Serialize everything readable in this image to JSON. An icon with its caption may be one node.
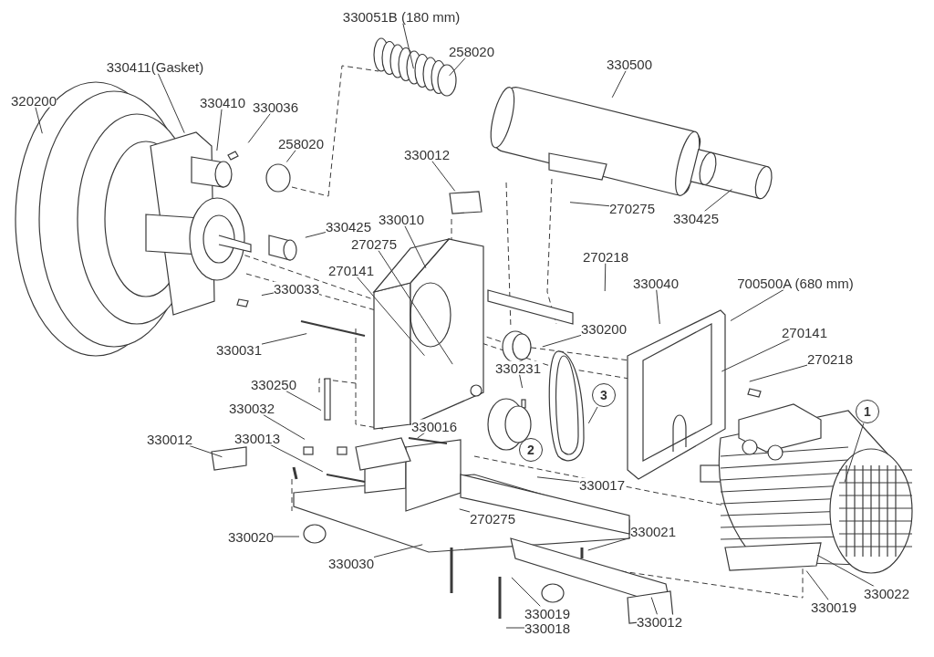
{
  "diagram": {
    "nodes": [
      {
        "text": [
          "330051B (180 mm)"
        ]
      },
      {
        "text": [
          "258020"
        ]
      },
      {
        "text": [
          "330500"
        ]
      },
      {
        "text": [
          "330411(Gasket)"
        ]
      },
      {
        "text": [
          "320200"
        ]
      },
      {
        "text": [
          "330410"
        ]
      },
      {
        "text": [
          "330036"
        ]
      },
      {
        "text": [
          "258020"
        ]
      },
      {
        "text": [
          "330012"
        ]
      },
      {
        "text": [
          "270275"
        ]
      },
      {
        "text": [
          "330425"
        ]
      },
      {
        "text": [
          "330425"
        ]
      },
      {
        "text": [
          "330010"
        ]
      },
      {
        "text": [
          "270275"
        ]
      },
      {
        "text": [
          "270218"
        ]
      },
      {
        "text": [
          "270141"
        ]
      },
      {
        "text": [
          "330033"
        ]
      },
      {
        "text": [
          "330040"
        ]
      },
      {
        "text": [
          "700500A (680 mm)"
        ]
      },
      {
        "text": [
          "330200"
        ]
      },
      {
        "text": [
          "270141"
        ]
      },
      {
        "text": [
          "330031"
        ]
      },
      {
        "text": [
          "270218"
        ]
      },
      {
        "text": [
          "330250"
        ]
      },
      {
        "text": [
          "330231"
        ]
      },
      {
        "text": [
          "3"
        ]
      },
      {
        "text": [
          "1"
        ]
      },
      {
        "text": [
          "330032"
        ]
      },
      {
        "text": [
          "330016"
        ]
      },
      {
        "text": [
          "330013"
        ]
      },
      {
        "text": [
          "330012"
        ]
      },
      {
        "text": [
          "2"
        ]
      },
      {
        "text": [
          "330017"
        ]
      },
      {
        "text": [
          "270275"
        ]
      },
      {
        "text": [
          "330021"
        ]
      },
      {
        "text": [
          "330020"
        ]
      },
      {
        "text": [
          "330030"
        ]
      },
      {
        "text": [
          "330012"
        ]
      },
      {
        "text": [
          "330019"
        ]
      },
      {
        "text": [
          "330018"
        ]
      },
      {
        "text": [
          "330019"
        ]
      },
      {
        "text": [
          "330022"
        ]
      }
    ],
    "edges": [
      {
        "from": 0,
        "to": null,
        "arrow": "none"
      },
      {
        "from": 1,
        "to": null,
        "arrow": "none"
      },
      {
        "from": 2,
        "to": null,
        "arrow": "none"
      },
      {
        "from": 3,
        "to": null,
        "arrow": "none"
      },
      {
        "from": 4,
        "to": null,
        "arrow": "none"
      },
      {
        "from": 5,
        "to": null,
        "arrow": "none"
      },
      {
        "from": 6,
        "to": null,
        "arrow": "none"
      },
      {
        "from": 7,
        "to": null,
        "arrow": "none"
      },
      {
        "from": 8,
        "to": null,
        "arrow": "none"
      },
      {
        "from": 9,
        "to": null,
        "arrow": "none"
      },
      {
        "from": 10,
        "to": null,
        "arrow": "none"
      },
      {
        "from": 11,
        "to": null,
        "arrow": "none"
      },
      {
        "from": 12,
        "to": null,
        "arrow": "none"
      },
      {
        "from": 13,
        "to": null,
        "arrow": "none"
      },
      {
        "from": 14,
        "to": null,
        "arrow": "none"
      },
      {
        "from": 15,
        "to": null,
        "arrow": "none"
      },
      {
        "from": 16,
        "to": null,
        "arrow": "none"
      },
      {
        "from": 17,
        "to": null,
        "arrow": "none"
      },
      {
        "from": 18,
        "to": null,
        "arrow": "none"
      },
      {
        "from": 19,
        "to": null,
        "arrow": "none"
      },
      {
        "from": 20,
        "to": null,
        "arrow": "none"
      },
      {
        "from": 21,
        "to": null,
        "arrow": "none"
      },
      {
        "from": 22,
        "to": null,
        "arrow": "none"
      },
      {
        "from": 23,
        "to": null,
        "arrow": "none"
      },
      {
        "from": 24,
        "to": null,
        "arrow": "none"
      },
      {
        "from": 25,
        "to": null,
        "arrow": "none"
      },
      {
        "from": 26,
        "to": null,
        "arrow": "none"
      },
      {
        "from": 27,
        "to": null,
        "arrow": "none"
      },
      {
        "from": 28,
        "to": null,
        "arrow": "none"
      },
      {
        "from": 29,
        "to": null,
        "arrow": "none"
      },
      {
        "from": 30,
        "to": null,
        "arrow": "none"
      },
      {
        "from": 32,
        "to": null,
        "arrow": "none"
      },
      {
        "from": 33,
        "to": null,
        "arrow": "none"
      },
      {
        "from": 34,
        "to": null,
        "arrow": "none"
      },
      {
        "from": 35,
        "to": null,
        "arrow": "none"
      },
      {
        "from": 36,
        "to": null,
        "arrow": "none"
      },
      {
        "from": 37,
        "to": null,
        "arrow": "none"
      },
      {
        "from": 38,
        "to": null,
        "arrow": "none"
      },
      {
        "from": 39,
        "to": null,
        "arrow": "none"
      },
      {
        "from": 40,
        "to": null,
        "arrow": "none"
      },
      {
        "from": 41,
        "to": null,
        "arrow": "none"
      }
    ]
  }
}
